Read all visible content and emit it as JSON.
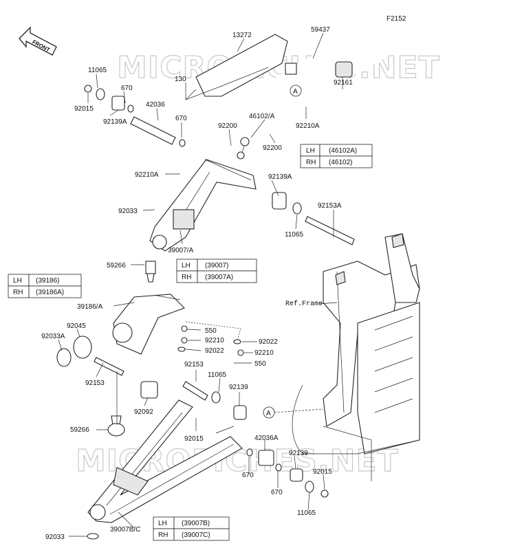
{
  "figure_id": "F2152",
  "front_label": "FRONT",
  "ref_frame_label": "Ref.Frame",
  "watermark": "MICROFICHES.NET",
  "callout_letter": "A",
  "part_labels": {
    "p13272": "13272",
    "p59437": "59437",
    "p11065_a": "11065",
    "p670_a": "670",
    "p130": "130",
    "p92161": "92161",
    "p92015_a": "92015",
    "p92139A_a": "92139A",
    "p42036": "42036",
    "p670_b": "670",
    "p46102A": "46102/A",
    "p92200_a": "92200",
    "p92210A_a": "92210A",
    "p92200_b": "92200",
    "p92210A_b": "92210A",
    "p92139A_b": "92139A",
    "p92033_a": "92033",
    "p92153A": "92153A",
    "p11065_b": "11065",
    "p39007A": "39007/A",
    "p59266_a": "59266",
    "p39186A": "39186/A",
    "p92045": "92045",
    "p92033A": "92033A",
    "p550_a": "550",
    "p92210_a": "92210",
    "p92022_a": "92022",
    "p92022_b": "92022",
    "p92210_b": "92210",
    "p550_b": "550",
    "p92153_a": "92153",
    "p92153_b": "92153",
    "p11065_c": "11065",
    "p92139_a": "92139",
    "p92092": "92092",
    "p92015_b": "92015",
    "p59266_b": "59266",
    "p42036A": "42036A",
    "p92139_b": "92139",
    "p670_c": "670",
    "p92015_c": "92015",
    "p670_d": "670",
    "p11065_d": "11065",
    "p92033_b": "92033",
    "p39007BC": "39007B/C"
  },
  "tables": {
    "t46102": {
      "lh_label": "LH",
      "lh_value": "(46102A)",
      "rh_label": "RH",
      "rh_value": "(46102)"
    },
    "t39007": {
      "lh_label": "LH",
      "lh_value": "(39007)",
      "rh_label": "RH",
      "rh_value": "(39007A)"
    },
    "t39186": {
      "lh_label": "LH",
      "lh_value": "(39186)",
      "rh_label": "RH",
      "rh_value": "(39186A)"
    },
    "t39007B": {
      "lh_label": "LH",
      "lh_value": "(39007B)",
      "rh_label": "RH",
      "rh_value": "(39007C)"
    }
  }
}
